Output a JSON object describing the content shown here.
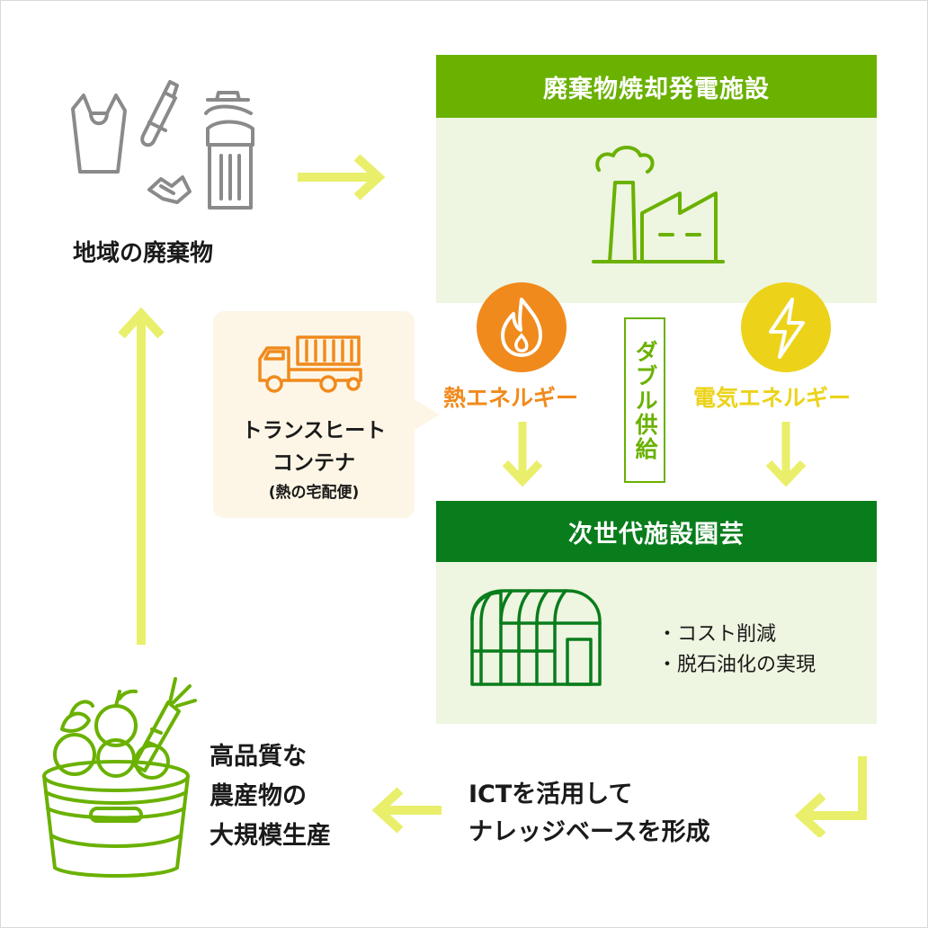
{
  "colors": {
    "green_light": "#6ab100",
    "green_dark": "#097d1c",
    "panel_bg": "#eef5e0",
    "arrow": "#e9ef6b",
    "heat": "#f08a1c",
    "electric": "#ecd31a",
    "callout_bg": "#fdf6e6",
    "icon_gray": "#8a8a8a",
    "text": "#1a1a1a"
  },
  "waste": {
    "label": "地域の廃棄物",
    "icon": "waste-bag-bottle-trash-icon"
  },
  "incinerator": {
    "title": "廃棄物焼却発電施設",
    "icon": "factory-icon"
  },
  "heat_energy": {
    "label": "熱エネルギー",
    "icon": "flame-icon"
  },
  "electric_energy": {
    "label": "電気エネルギー",
    "icon": "lightning-icon"
  },
  "double_supply": {
    "label": "ダブル供給"
  },
  "transheat": {
    "line1": "トランスヒート",
    "line2": "コンテナ",
    "sub": "(熱の宅配便)",
    "icon": "container-truck-icon"
  },
  "horticulture": {
    "title": "次世代施設園芸",
    "icon": "greenhouse-icon",
    "bullets": [
      "・コスト削減",
      "・脱石油化の実現"
    ]
  },
  "ict": {
    "line1": "ICTを活用して",
    "line2": "ナレッジベースを形成"
  },
  "produce": {
    "line1": "高品質な",
    "line2": "農産物の",
    "line3": "大規模生産",
    "icon": "produce-bucket-icon"
  }
}
